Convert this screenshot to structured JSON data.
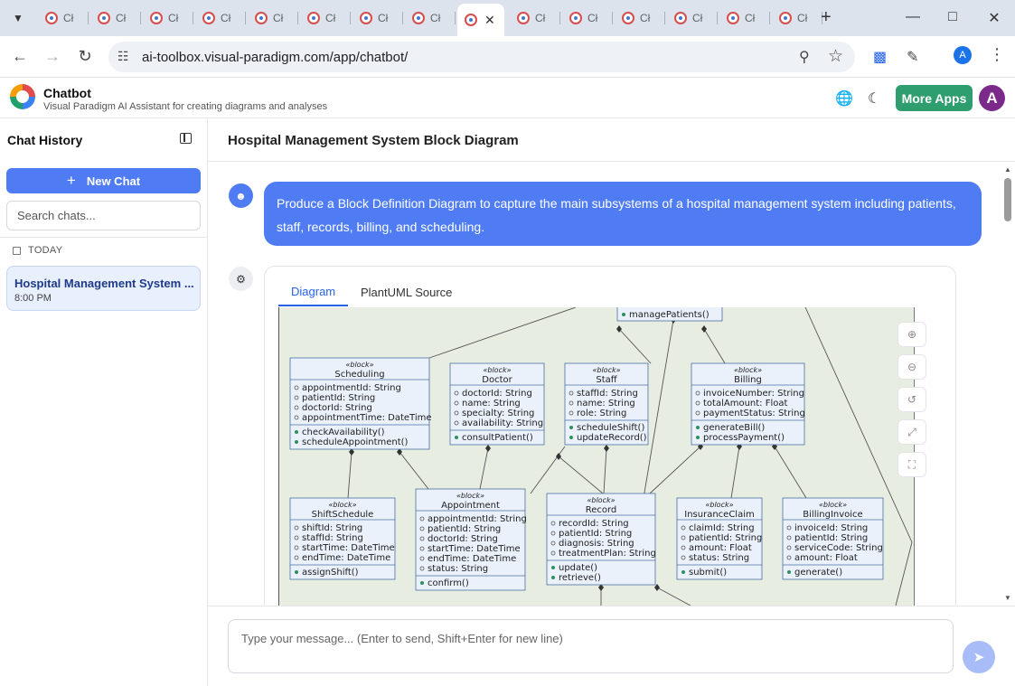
{
  "browser": {
    "tab_label": "Cł",
    "tab_count": 15,
    "active_tab_index": 8,
    "url": "ai-toolbox.visual-paradigm.com/app/chatbot/",
    "profile_initial": "A"
  },
  "header": {
    "title": "Chatbot",
    "subtitle": "Visual Paradigm AI Assistant for creating diagrams and analyses",
    "more_apps_label": "More Apps",
    "avatar_initial": "A"
  },
  "sidebar": {
    "title": "Chat History",
    "new_chat_label": "New Chat",
    "search_placeholder": "Search chats...",
    "group_label": "TODAY",
    "chats": [
      {
        "title": "Hospital Management System ...",
        "time": "8:00 PM"
      }
    ]
  },
  "main": {
    "title": "Hospital Management System Block Diagram",
    "user_message": "Produce a Block Definition Diagram to capture the main subsystems of a hospital management system including patients, staff, records, billing, and scheduling.",
    "tabs": [
      {
        "label": "Diagram",
        "active": true
      },
      {
        "label": "PlantUML Source",
        "active": false
      }
    ],
    "composer_placeholder": "Type your message... (Enter to send, Shift+Enter for new line)"
  },
  "diagram": {
    "stereotype": "«block»",
    "top_partial_op": "managePatients()",
    "blocks": [
      {
        "id": "scheduling",
        "name": "Scheduling",
        "attrs": [
          "appointmentId: String",
          "patientId: String",
          "doctorId: String",
          "appointmentTime: DateTime"
        ],
        "ops": [
          "checkAvailability()",
          "scheduleAppointment()"
        ]
      },
      {
        "id": "doctor",
        "name": "Doctor",
        "attrs": [
          "doctorId: String",
          "name: String",
          "specialty: String",
          "availability: String"
        ],
        "ops": [
          "consultPatient()"
        ]
      },
      {
        "id": "staff",
        "name": "Staff",
        "attrs": [
          "staffId: String",
          "name: String",
          "role: String"
        ],
        "ops": [
          "scheduleShift()",
          "updateRecord()"
        ]
      },
      {
        "id": "billing",
        "name": "Billing",
        "attrs": [
          "invoiceNumber: String",
          "totalAmount: Float",
          "paymentStatus: String"
        ],
        "ops": [
          "generateBill()",
          "processPayment()"
        ]
      },
      {
        "id": "shiftschedule",
        "name": "ShiftSchedule",
        "attrs": [
          "shiftId: String",
          "staffId: String",
          "startTime: DateTime",
          "endTime: DateTime"
        ],
        "ops": [
          "assignShift()"
        ]
      },
      {
        "id": "appointment",
        "name": "Appointment",
        "attrs": [
          "appointmentId: String",
          "patientId: String",
          "doctorId: String",
          "startTime: DateTime",
          "endTime: DateTime",
          "status: String"
        ],
        "ops": [
          "confirm()"
        ]
      },
      {
        "id": "record",
        "name": "Record",
        "attrs": [
          "recordId: String",
          "patientId: String",
          "diagnosis: String",
          "treatmentPlan: String"
        ],
        "ops": [
          "update()",
          "retrieve()"
        ]
      },
      {
        "id": "insuranceclaim",
        "name": "InsuranceClaim",
        "attrs": [
          "claimId: String",
          "patientId: String",
          "amount: Float",
          "status: String"
        ],
        "ops": [
          "submit()"
        ]
      },
      {
        "id": "billinginvoice",
        "name": "BillingInvoice",
        "attrs": [
          "invoiceId: String",
          "patientId: String",
          "serviceCode: String",
          "amount: Float"
        ],
        "ops": [
          "generate()"
        ]
      }
    ]
  }
}
